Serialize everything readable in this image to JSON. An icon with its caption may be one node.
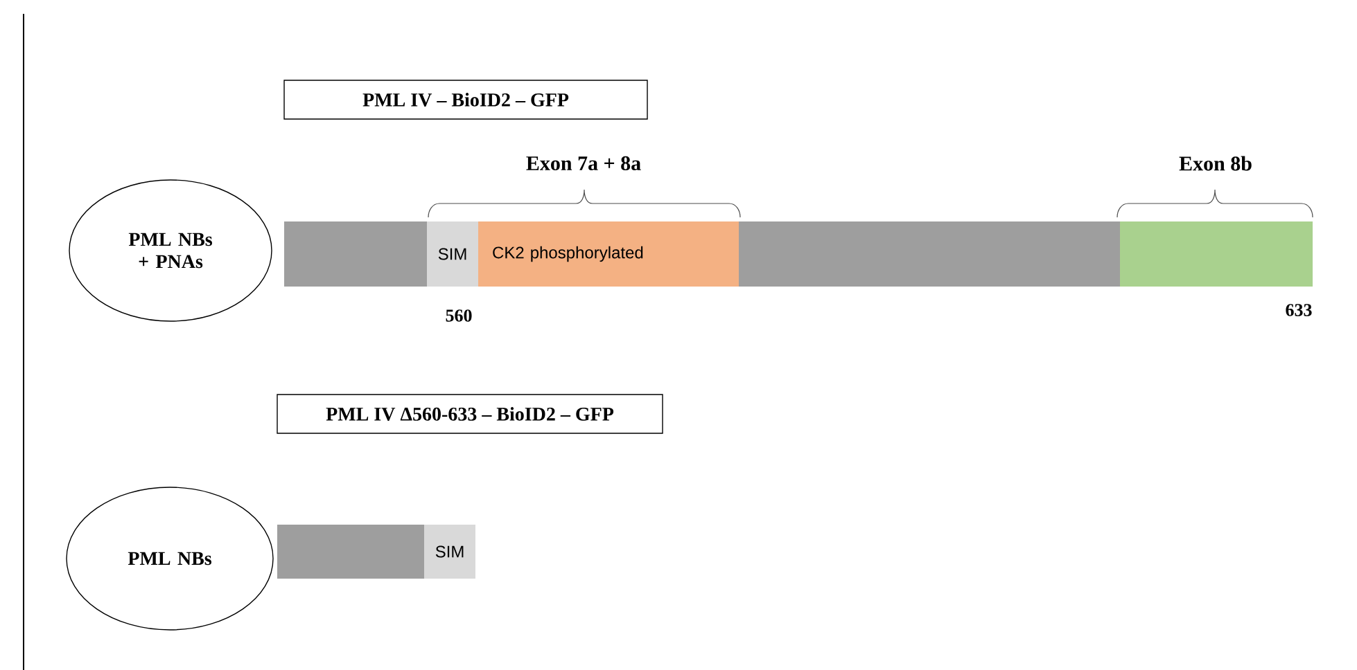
{
  "diagram": {
    "nodes": [
      {
        "text": [
          "PML IV – BioID2 – GFP"
        ]
      },
      {
        "text": [
          "PML NBs + PNAs"
        ]
      },
      {
        "text": [],
        "shape": "bar"
      },
      {
        "text": [
          "SIM"
        ]
      },
      {
        "text": [
          "CK2 phosphorylated"
        ]
      },
      {
        "text": [],
        "shape": "bar"
      },
      {
        "text": [],
        "shape": "bar"
      },
      {
        "text": [
          "PML IV Δ560-633 – BioID2 – GFP"
        ]
      },
      {
        "text": [
          "PML NBs"
        ]
      },
      {
        "text": [],
        "shape": "bar"
      },
      {
        "text": [
          "SIM"
        ]
      }
    ],
    "labels": [
      "Exon 7a + 8a",
      "Exon 8b",
      "560",
      "633"
    ]
  }
}
